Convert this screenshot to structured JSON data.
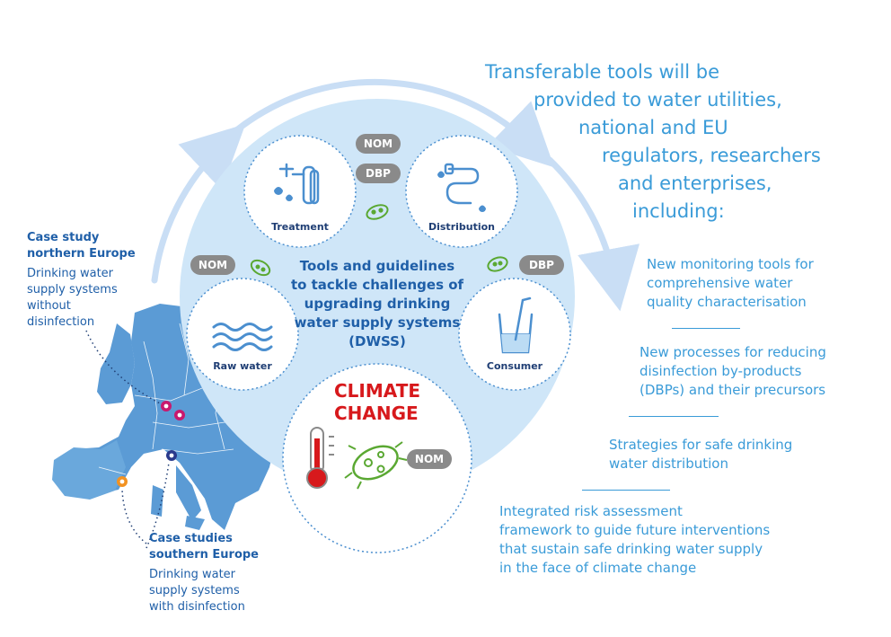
{
  "heading": "Transferable tools will be\nprovided to water utilities,\nnational and EU\nregulators, researchers\nand enterprises,\nincluding:",
  "outcomes": [
    "New monitoring tools for\ncomprehensive water\nquality characterisation",
    "New processes for reducing\ndisinfection by-products\n(DBPs) and their precursors",
    "Strategies for safe drinking\nwater distribution",
    "Integrated risk assessment\nframework to guide future interventions\nthat sustain safe drinking water supply\nin the face of climate change"
  ],
  "case_north": {
    "title": "Case study\nnorthern Europe",
    "body": "Drinking water\nsupply systems\nwithout\ndisinfection"
  },
  "case_south": {
    "title": "Case studies\nsouthern Europe",
    "body": "Drinking water\nsupply systems\nwith disinfection"
  },
  "center_text": "Tools and guidelines\nto tackle challenges of\nupgrading drinking\nwater supply systems\n(DWSS)",
  "climate": "CLIMATE\nCHANGE",
  "nodes": {
    "treatment": "Treatment",
    "distribution": "Distribution",
    "raw_water": "Raw water",
    "consumer": "Consumer"
  },
  "pills": {
    "nom_top": "NOM",
    "dbp_top": "DBP",
    "nom_left": "NOM",
    "dbp_right": "DBP",
    "nom_bottom": "NOM"
  },
  "colors": {
    "accent": "#3a9bd8",
    "dark_blue": "#1f5fa8",
    "circle_fill": "#cfe6f8",
    "red": "#d7191c",
    "pill_grey": "#8a8a8a",
    "bug_green": "#5aa832",
    "map_fill": "#5b9bd5"
  }
}
